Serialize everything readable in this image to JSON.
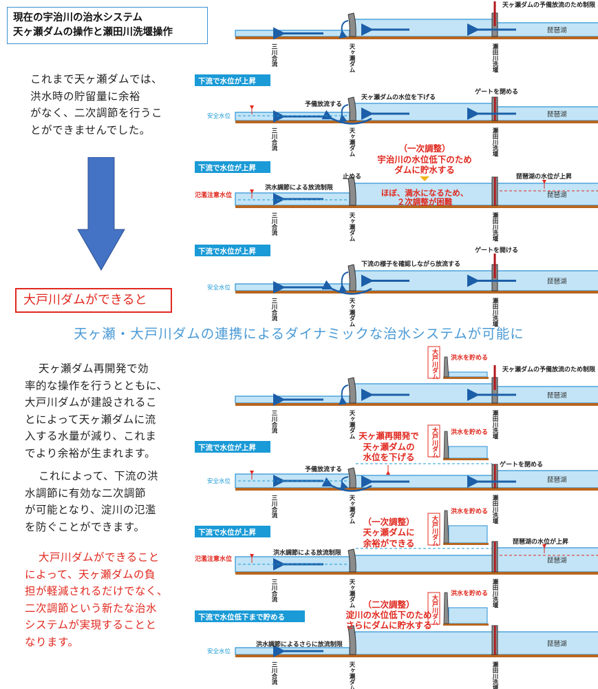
{
  "title": [
    "現在の宇治川の治水システム",
    "天ヶ瀬ダムの操作と瀬田川洗堰操作"
  ],
  "intro_lines": [
    "これまで天ヶ瀬ダムでは、",
    "洪水時の貯留量に余裕",
    "がなく、二次調節を行うこ",
    "とができませんでした。"
  ],
  "condition_label": "大戸川ダムができると",
  "banner": "天ヶ瀬・大戸川ダムの連携によるダイナミックな治水システムが可能に",
  "para1_lines": [
    "天ヶ瀬ダム再開発で効",
    "率的な操作を行うとともに、",
    "大戸川ダムが建設されるこ",
    "とによって天ヶ瀬ダムに流",
    "入する水量が減り、これま",
    "でより余裕が生まれます。"
  ],
  "para2_lines": [
    "これによって、下流の洪",
    "水調節に有効な二次調節",
    "が可能となり、淀川の氾濫",
    "を防ぐことができます。"
  ],
  "para3_lines": [
    "大戸川ダムができること",
    "によって、天ヶ瀬ダムの負",
    "担が軽減されるだけでなく、",
    "二次調節という新たな治水",
    "システムが実現することと",
    "なります。"
  ],
  "places": {
    "sanagawa": "三川合流",
    "amagase": "天ヶ瀬ダム",
    "seta": "瀬田川洗堰",
    "biwa": "琵琶湖",
    "ootogawa": "大戸川ダム",
    "store_flood": "洪水を貯める"
  },
  "levels": {
    "safe": "安全水位",
    "flood": "氾濫注意水位"
  },
  "colors": {
    "water": "#c2e4f6",
    "water_edge": "#2a8fd4",
    "ground": "#b8661f",
    "dam": "#8c8c8c",
    "flow_arrow": "#1c5ea8",
    "badge": "#1a9ad6",
    "red": "#e0281e"
  },
  "panels": [
    {
      "notes": [
        "天ヶ瀬ダムの予備放流のため制限"
      ]
    },
    {
      "badge": "下流で水位が上昇",
      "notes": [
        "ゲートを閉める",
        "天ヶ瀬ダムの水位を下げる",
        "予備放流する"
      ]
    },
    {
      "badge": "下流で水位が上昇",
      "notes": [
        "（一次調整）",
        "宇治川の水位低下のため",
        "ダムに貯水する",
        "止める",
        "洪水調節による放流制限",
        "ほぼ、満水になるため、",
        "２次調整が困難",
        "琵琶湖の水位が上昇"
      ]
    },
    {
      "badge": "下流で水位が上昇",
      "notes": [
        "ゲートを開ける",
        "下流の様子を確認しながら放流する"
      ]
    },
    {
      "notes": [
        "天ヶ瀬ダムの予備放流のため制限"
      ]
    },
    {
      "badge": "下流で水位が上昇",
      "notes": [
        "天ヶ瀬再開発で",
        "天ヶ瀬ダムの",
        "水位を下げる",
        "ゲートを閉める",
        "予備放流する"
      ]
    },
    {
      "badge": "下流で水位が上昇",
      "notes": [
        "（一次調整）",
        "天ヶ瀬ダムに",
        "余裕ができる",
        "琵琶湖の水位が上昇",
        "洪水調節による放流制限"
      ]
    },
    {
      "badge": "下流で水位低下まで貯める",
      "notes": [
        "（二次調整）",
        "淀川の水位低下のため",
        "さらにダムに貯水する",
        "洪水調節によるさらに放流制限"
      ]
    }
  ]
}
